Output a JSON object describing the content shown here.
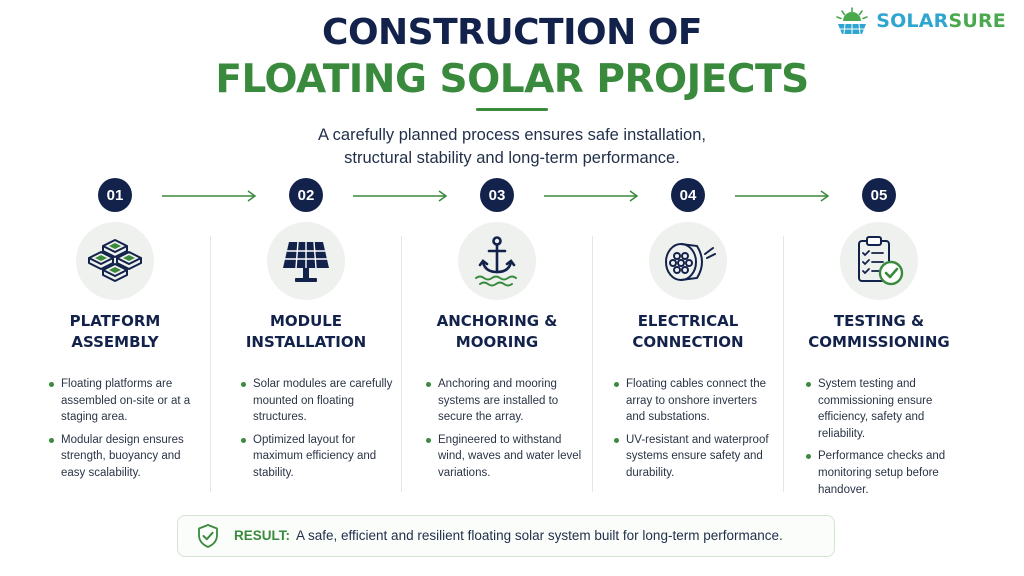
{
  "brand": {
    "logo_text_main": "SOLAR",
    "logo_text_accent": "SURE",
    "colors": {
      "navy": "#12224a",
      "green": "#3a8a3d",
      "sky": "#2fa6cf"
    }
  },
  "header": {
    "title_line1": "CONSTRUCTION OF",
    "title_line2": "FLOATING SOLAR PROJECTS",
    "subtitle_line1": "A carefully planned process ensures safe installation,",
    "subtitle_line2": "structural stability and long-term performance."
  },
  "steps": [
    {
      "number": "01",
      "title_line1": "PLATFORM",
      "title_line2": "ASSEMBLY",
      "icon": "floating-platform-icon",
      "bullets": [
        "Floating platforms are assembled on-site or at a staging area.",
        "Modular design ensures strength, buoyancy and easy scalability."
      ]
    },
    {
      "number": "02",
      "title_line1": "MODULE",
      "title_line2": "INSTALLATION",
      "icon": "solar-panel-icon",
      "bullets": [
        "Solar modules are carefully mounted on floating structures.",
        "Optimized layout for maximum efficiency and stability."
      ]
    },
    {
      "number": "03",
      "title_line1": "ANCHORING &",
      "title_line2": "MOORING",
      "icon": "anchor-icon",
      "bullets": [
        "Anchoring and mooring systems are installed to secure the array.",
        "Engineered to withstand wind, waves and water level variations."
      ]
    },
    {
      "number": "04",
      "title_line1": "ELECTRICAL",
      "title_line2": "CONNECTION",
      "icon": "cable-icon",
      "bullets": [
        "Floating cables connect the array to onshore inverters and substations.",
        "UV-resistant and waterproof systems ensure safety and durability."
      ]
    },
    {
      "number": "05",
      "title_line1": "TESTING &",
      "title_line2": "COMMISSIONING",
      "icon": "checklist-icon",
      "bullets": [
        "System testing and commissioning ensure efficiency, safety and reliability.",
        "Performance checks and monitoring setup before handover."
      ]
    }
  ],
  "result": {
    "label": "RESULT:",
    "text": "A safe, efficient and resilient floating solar system built for long-term performance.",
    "icon": "shield-check-icon"
  }
}
